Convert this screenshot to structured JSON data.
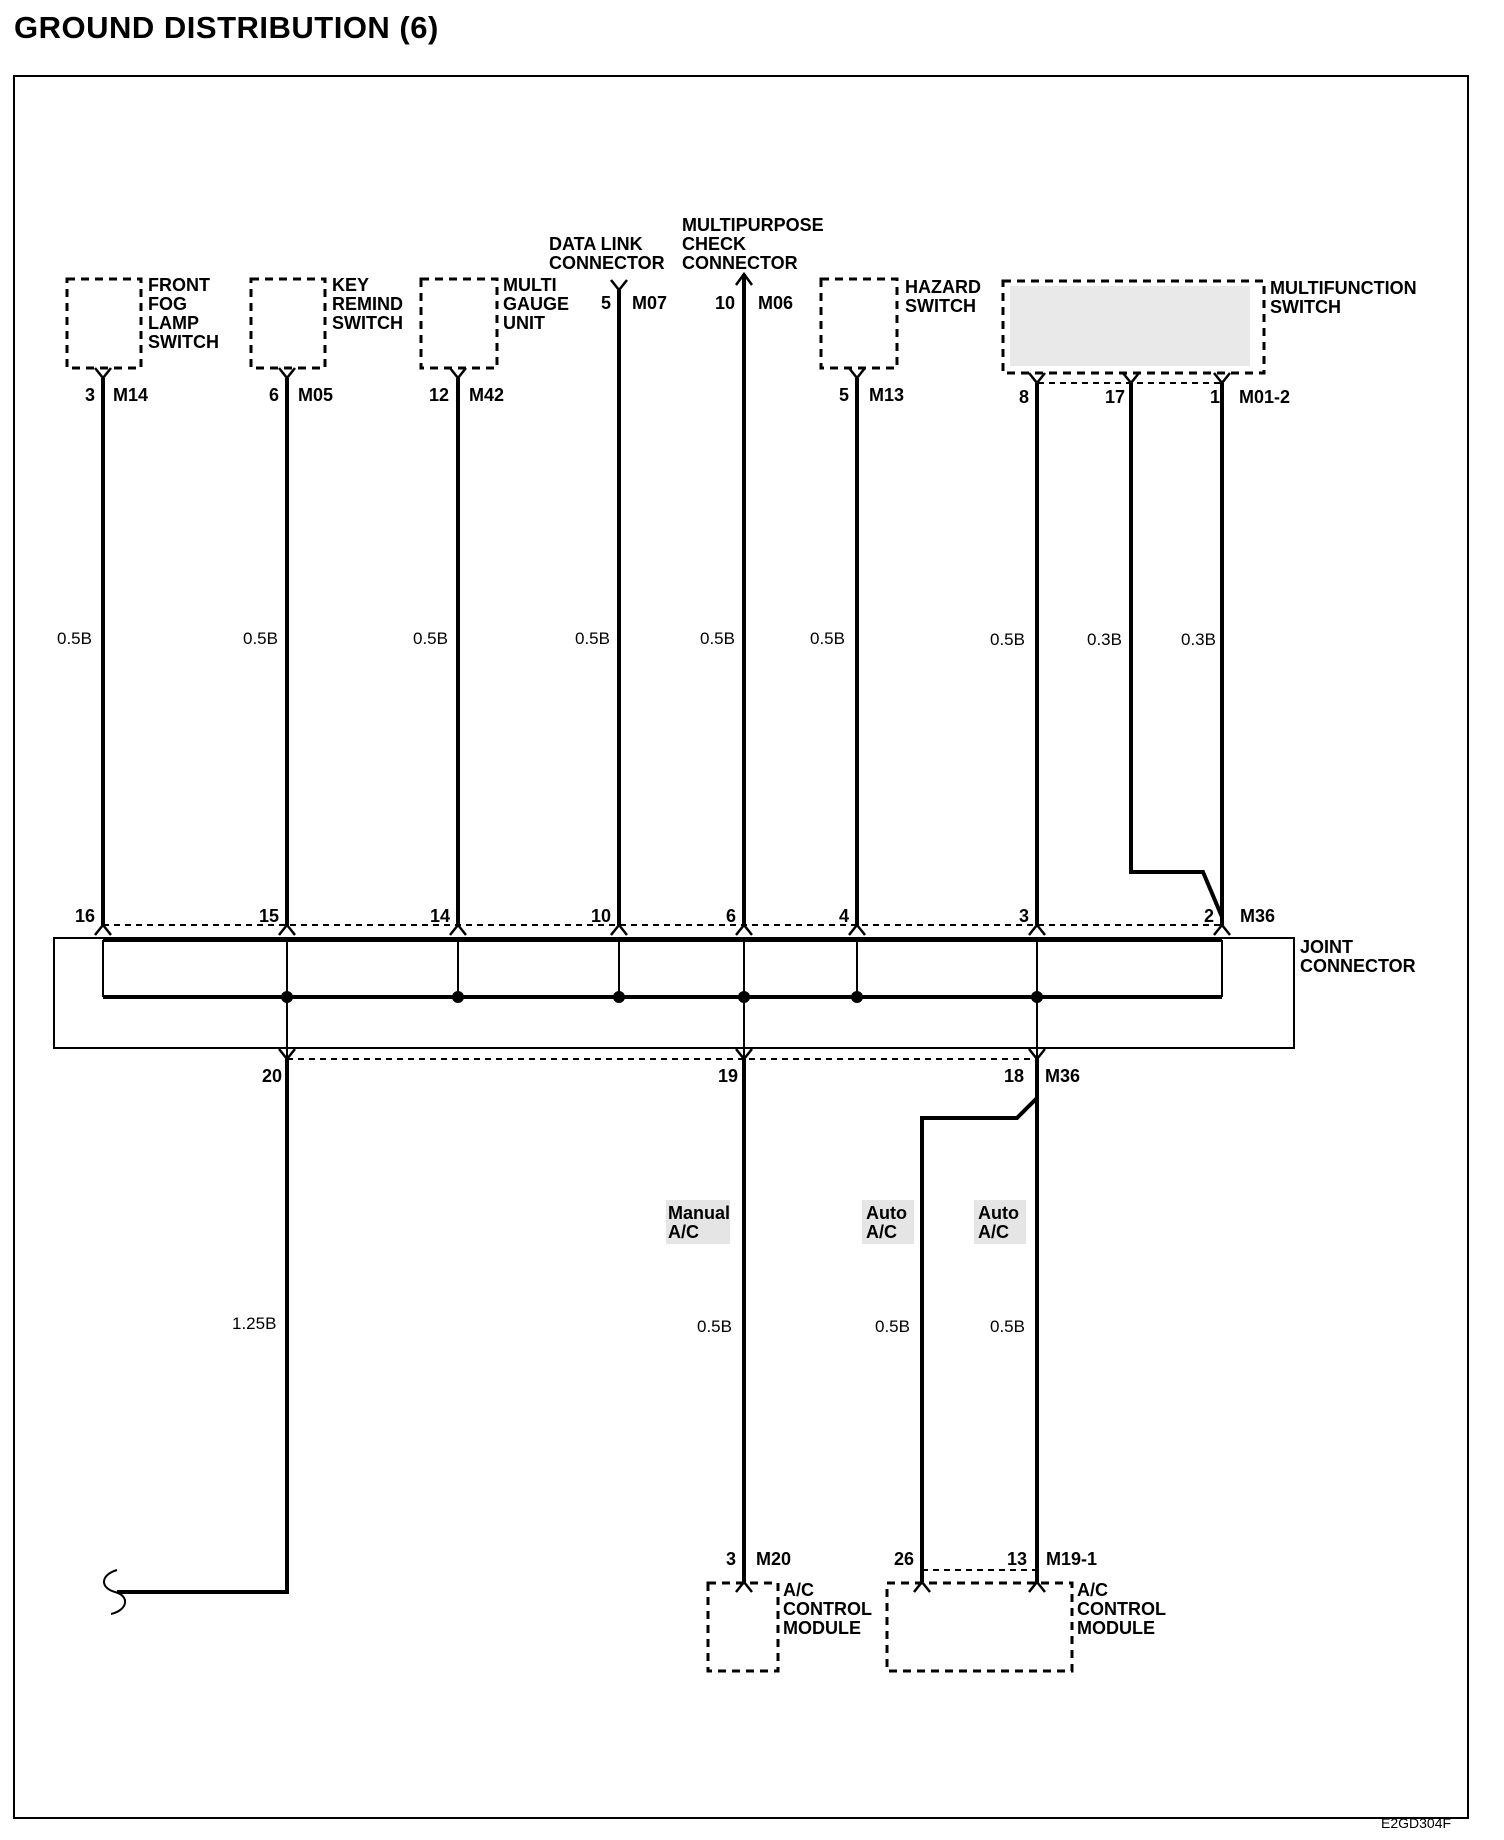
{
  "title": "GROUND DISTRIBUTION (6)",
  "doc_code": "E2GD304F",
  "components": {
    "front_fog": [
      "FRONT",
      "FOG",
      "LAMP",
      "SWITCH"
    ],
    "key_remind": [
      "KEY",
      "REMIND",
      "SWITCH"
    ],
    "multi_gauge": [
      "MULTI",
      "GAUGE",
      "UNIT"
    ],
    "data_link": [
      "DATA LINK",
      "CONNECTOR"
    ],
    "multipurpose": [
      "MULTIPURPOSE",
      "CHECK",
      "CONNECTOR"
    ],
    "hazard": [
      "HAZARD",
      "SWITCH"
    ],
    "multifunction": [
      "MULTIFUNCTION",
      "SWITCH"
    ],
    "joint": [
      "JOINT",
      "CONNECTOR"
    ],
    "ac_manual": [
      "A/C",
      "CONTROL",
      "MODULE"
    ],
    "ac_auto": [
      "A/C",
      "CONTROL",
      "MODULE"
    ]
  },
  "connectors": {
    "m14": "M14",
    "m05": "M05",
    "m42": "M42",
    "m07": "M07",
    "m06": "M06",
    "m13": "M13",
    "m01_2": "M01-2",
    "m36_top": "M36",
    "m36_bottom": "M36",
    "m20": "M20",
    "m19_1": "M19-1"
  },
  "pins_top": {
    "fog": "3",
    "key": "6",
    "gauge": "12",
    "dlc": "5",
    "mpc": "10",
    "hazard": "5",
    "mf8": "8",
    "mf17": "17",
    "mf1": "1"
  },
  "pins_joint_top": [
    "16",
    "15",
    "14",
    "10",
    "6",
    "4",
    "3",
    "2"
  ],
  "pins_joint_bottom": [
    "20",
    "19",
    "18"
  ],
  "pins_ac": {
    "m20": "3",
    "m19_26": "26",
    "m19_13": "13"
  },
  "wire_labels": {
    "fog": "0.5B",
    "key": "0.5B",
    "gauge": "0.5B",
    "dlc": "0.5B",
    "mpc": "0.5B",
    "hazard": "0.5B",
    "mf8": "0.5B",
    "mf17": "0.3B",
    "mf1": "0.3B",
    "ground": "1.25B",
    "manual": "0.5B",
    "auto26": "0.5B",
    "auto13": "0.5B"
  },
  "options": {
    "manual": [
      "Manual",
      "A/C"
    ],
    "auto1": [
      "Auto",
      "A/C"
    ],
    "auto2": [
      "Auto",
      "A/C"
    ]
  }
}
